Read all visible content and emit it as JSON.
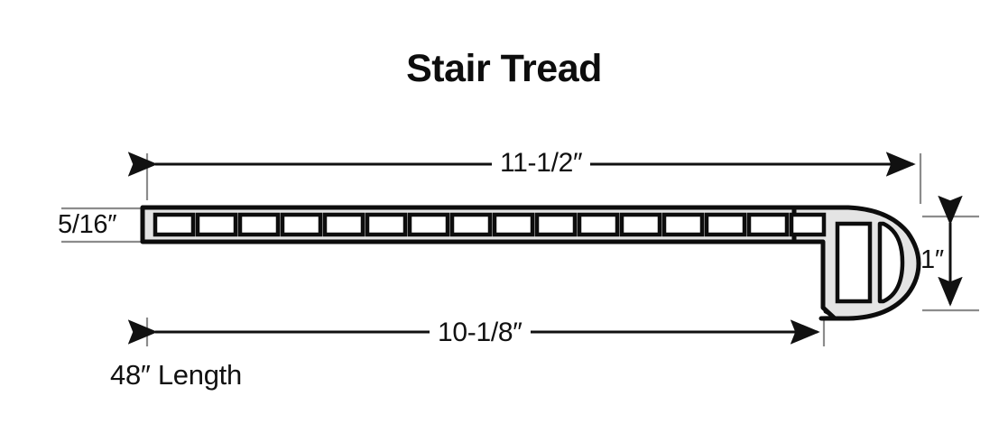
{
  "title": "Stair Tread",
  "product": {
    "name": "Stair Tread",
    "length_label": "48″ Length"
  },
  "dimensions": {
    "overall_width": {
      "label": "11-1/2″",
      "name": "overall-width",
      "orientation": "horizontal",
      "position": "top"
    },
    "flat_run": {
      "label": "10-1/8″",
      "name": "flat-run",
      "orientation": "horizontal",
      "position": "bottom"
    },
    "thickness": {
      "label": "5/16″",
      "name": "thickness",
      "orientation": "vertical",
      "position": "left"
    },
    "nose_height": {
      "label": "1″",
      "name": "nose-height",
      "orientation": "vertical",
      "position": "right"
    },
    "length": {
      "label": "48″ Length",
      "name": "length",
      "position": "bottom-left"
    }
  },
  "profile": {
    "body_fill": "#e4e4e4",
    "outline_color": "#0d0d0d",
    "void_fill": "#ffffff",
    "slot_count": 16,
    "extension_line_color": "#8c8c8c",
    "dimension_line_color": "#111111"
  },
  "colors": {
    "background": "#ffffff",
    "text": "#111111",
    "body_gray": "#e4e4e4",
    "outline": "#0d0d0d",
    "thin_gray": "#8c8c8c"
  }
}
